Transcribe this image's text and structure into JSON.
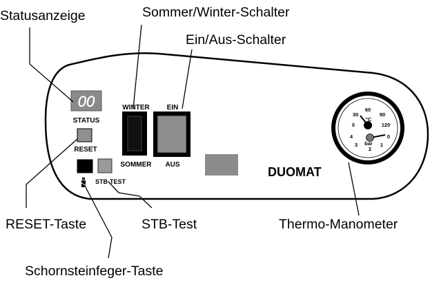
{
  "callouts": {
    "status_display": "Statusanzeige",
    "summer_winter_switch": "Sommer/Winter-Schalter",
    "on_off_switch": "Ein/Aus-Schalter",
    "reset_key": "RESET-Taste",
    "stb_test": "STB-Test",
    "thermo_manometer": "Thermo-Manometer",
    "chimney_sweep_key": "Schornsteinfeger-Taste"
  },
  "panel": {
    "display_value": "00",
    "status_label": "STATUS",
    "reset_label": "RESET",
    "winter_label": "WINTER",
    "summer_label": "SOMMER",
    "on_label": "EIN",
    "off_label": "AUS",
    "stb_test_label": "STB-TEST",
    "brand": "DUOMAT"
  },
  "gauge": {
    "temp_unit": "°C",
    "pressure_unit": "bar",
    "temp_ticks": [
      "0",
      "30",
      "60",
      "90",
      "120"
    ],
    "pressure_ticks": [
      "0",
      "1",
      "2",
      "3",
      "4"
    ]
  },
  "colors": {
    "panel_stroke": "#000000",
    "display_bg": "#8a8a8a",
    "button_grey": "#8f8f8f",
    "switch_dark": "#000000"
  }
}
